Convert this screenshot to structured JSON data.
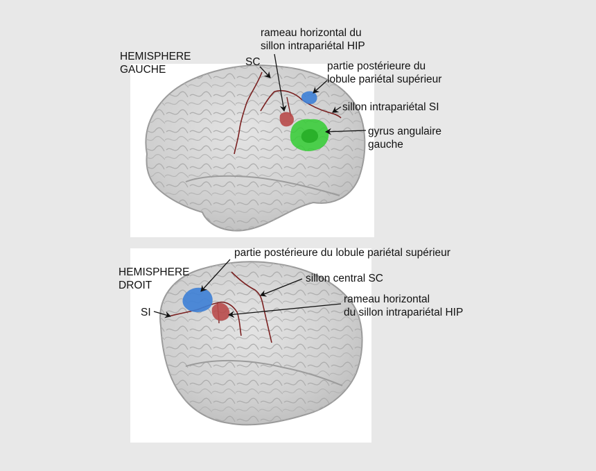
{
  "figure": {
    "top_panel": {
      "hemisphere_title": [
        "HEMISPHERE",
        "GAUCHE"
      ],
      "labels": {
        "sc": "SC",
        "hip": [
          "rameau horizontal du",
          "sillon intrapariétal HIP"
        ],
        "posterior_spl": [
          "partie postérieure du",
          "lobule pariétal supérieur"
        ],
        "si": "sillon intrapariétal SI",
        "angular_gyrus": [
          "gyrus angulaire",
          "gauche"
        ]
      }
    },
    "bottom_panel": {
      "hemisphere_title": [
        "HEMISPHERE",
        "DROIT"
      ],
      "labels": {
        "posterior_spl": "partie postérieure du lobule pariétal supérieur",
        "si": "SI",
        "central_sulcus": "sillon central SC",
        "hip": [
          "rameau horizontal",
          "du sillon intrapariétal HIP"
        ]
      }
    },
    "colors": {
      "background": "#e8e8e8",
      "panel": "#ffffff",
      "brain_fill": "#d6d6d6",
      "brain_outline": "#9a9a9a",
      "sulcus_line": "#7a2020",
      "hip_region": "#b84a4a",
      "spl_region": "#3d7fd6",
      "angular_region": "#33cc33"
    }
  }
}
